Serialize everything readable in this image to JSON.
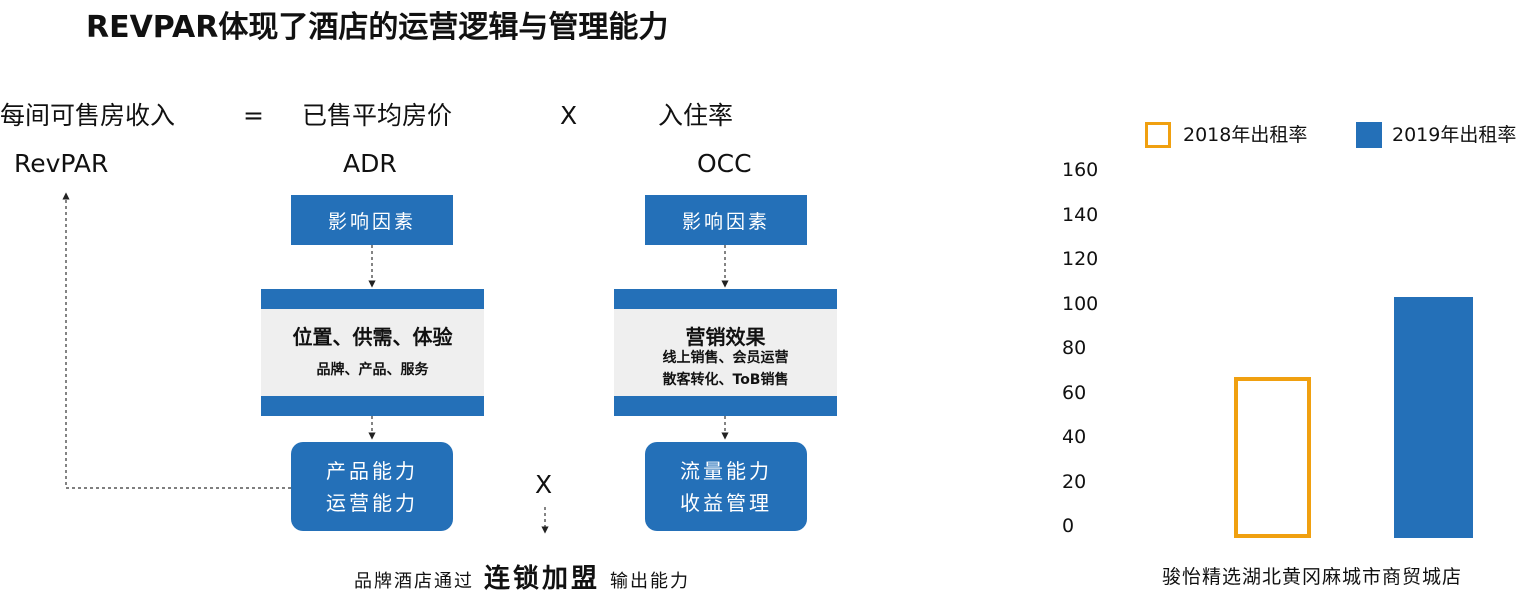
{
  "title": "REVPAR体现了酒店的运营逻辑与管理能力",
  "formula": {
    "revpar_cn": "每间可售房收入",
    "equals": "=",
    "adr_cn": "已售平均房价",
    "times": "X",
    "occ_cn": "入住率",
    "revpar_abbr": "RevPAR",
    "adr_abbr": "ADR",
    "occ_abbr": "OCC"
  },
  "adr_column": {
    "factor_box": "影响因素",
    "panel_main": "位置、供需、体验",
    "panel_sub": "品牌、产品、服务",
    "capability_line1": "产品能力",
    "capability_line2": "运营能力"
  },
  "occ_column": {
    "factor_box": "影响因素",
    "panel_main": "营销效果",
    "panel_sub_line1": "线上销售、会员运营",
    "panel_sub_line2": "散客转化、ToB销售",
    "capability_line1": "流量能力",
    "capability_line2": "收益管理"
  },
  "cross_times": "X",
  "bottom": {
    "prefix": "品牌酒店通过",
    "emphasis": "连锁加盟",
    "suffix": "输出能力"
  },
  "colors": {
    "blue": "#2470b8",
    "orange": "#f0a010",
    "panel_gray": "#efefef"
  },
  "chart_data": {
    "type": "bar",
    "categories": [
      "骏怡精选湖北黄冈麻城市商贸城店"
    ],
    "series": [
      {
        "name": "2018年出租率",
        "values": [
          67
        ]
      },
      {
        "name": "2019年出租率",
        "values": [
          103
        ]
      }
    ],
    "ylim": [
      0,
      160
    ],
    "yticks": [
      0,
      20,
      40,
      60,
      80,
      100,
      120,
      140,
      160
    ],
    "legend_position": "top",
    "grid": false
  }
}
